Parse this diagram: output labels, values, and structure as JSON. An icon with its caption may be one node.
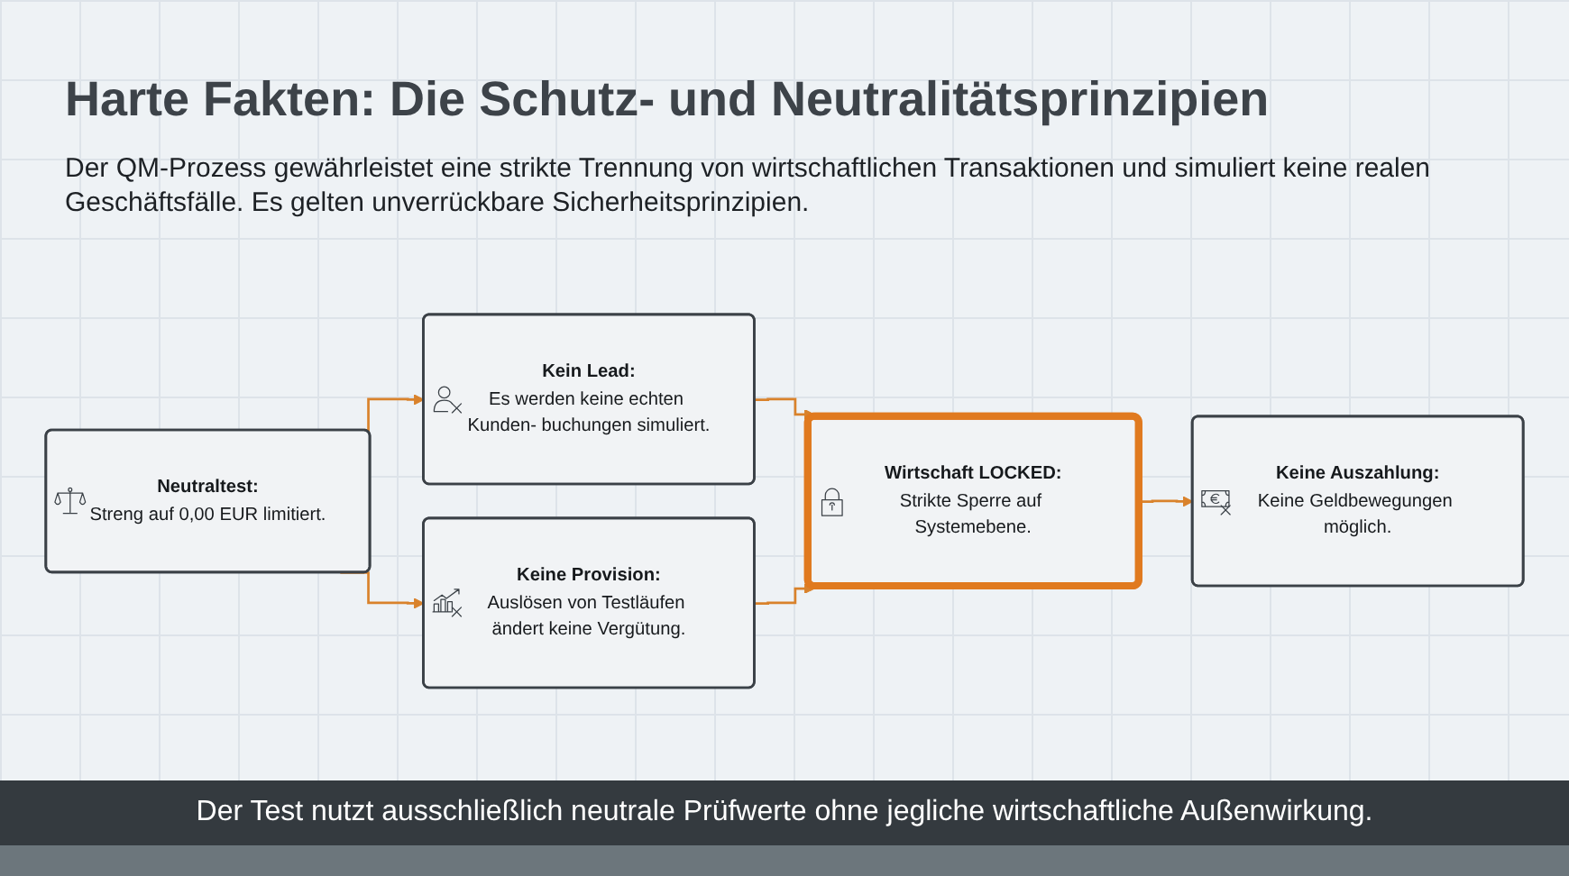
{
  "diagram": {
    "title": "Harte Fakten: Die Schutz- und Neutralitätsprinzipien",
    "caption": "Der Test nutzt ausschließlich neutrale Prüfwerte ohne jegliche wirtschaftliche Außenwirkung.",
    "nodes": [
      {
        "text": [
          "Neutraltest:",
          "Streng auf 0,00 EUR limitiert."
        ]
      },
      {
        "text": [
          "Keine Provision:",
          "Auslösen von Testläufen ändert keine Vergütung."
        ]
      },
      {
        "text": [
          "Kein Lead:",
          "Es werden keine echten Kunden- buchungen simuliert."
        ]
      },
      {
        "text": [
          "Keine Auszahlung:",
          "Keine Geldbewegungen möglich."
        ]
      },
      {
        "text": [
          "Wirtschaft LOCKED:",
          "Strikte Sperre auf Systemebene."
        ]
      }
    ],
    "edges": [
      {
        "from": 0,
        "to": 1,
        "arrow": "to"
      },
      {
        "from": 0,
        "to": 2,
        "arrow": "to"
      },
      {
        "from": 2,
        "to": 4,
        "arrow": "to"
      },
      {
        "from": 1,
        "to": 4,
        "arrow": "to"
      },
      {
        "from": 4,
        "to": 3,
        "arrow": "to"
      }
    ],
    "labels": [
      "Der QM-Prozess gewährleistet eine strikte Trennung von wirtschaftlichen Transaktionen und simuliert keine realen Geschäftsfälle. Es gelten unverrückbare Sicherheitsprinzipien."
    ]
  }
}
